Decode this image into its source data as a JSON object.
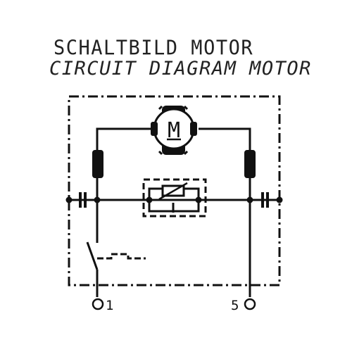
{
  "diagram": {
    "title_de": "SCHALTBILD MOTOR",
    "title_en": "CIRCUIT DIAGRAM MOTOR",
    "motor_symbol": "M",
    "terminal_left": "1",
    "terminal_right": "5"
  }
}
